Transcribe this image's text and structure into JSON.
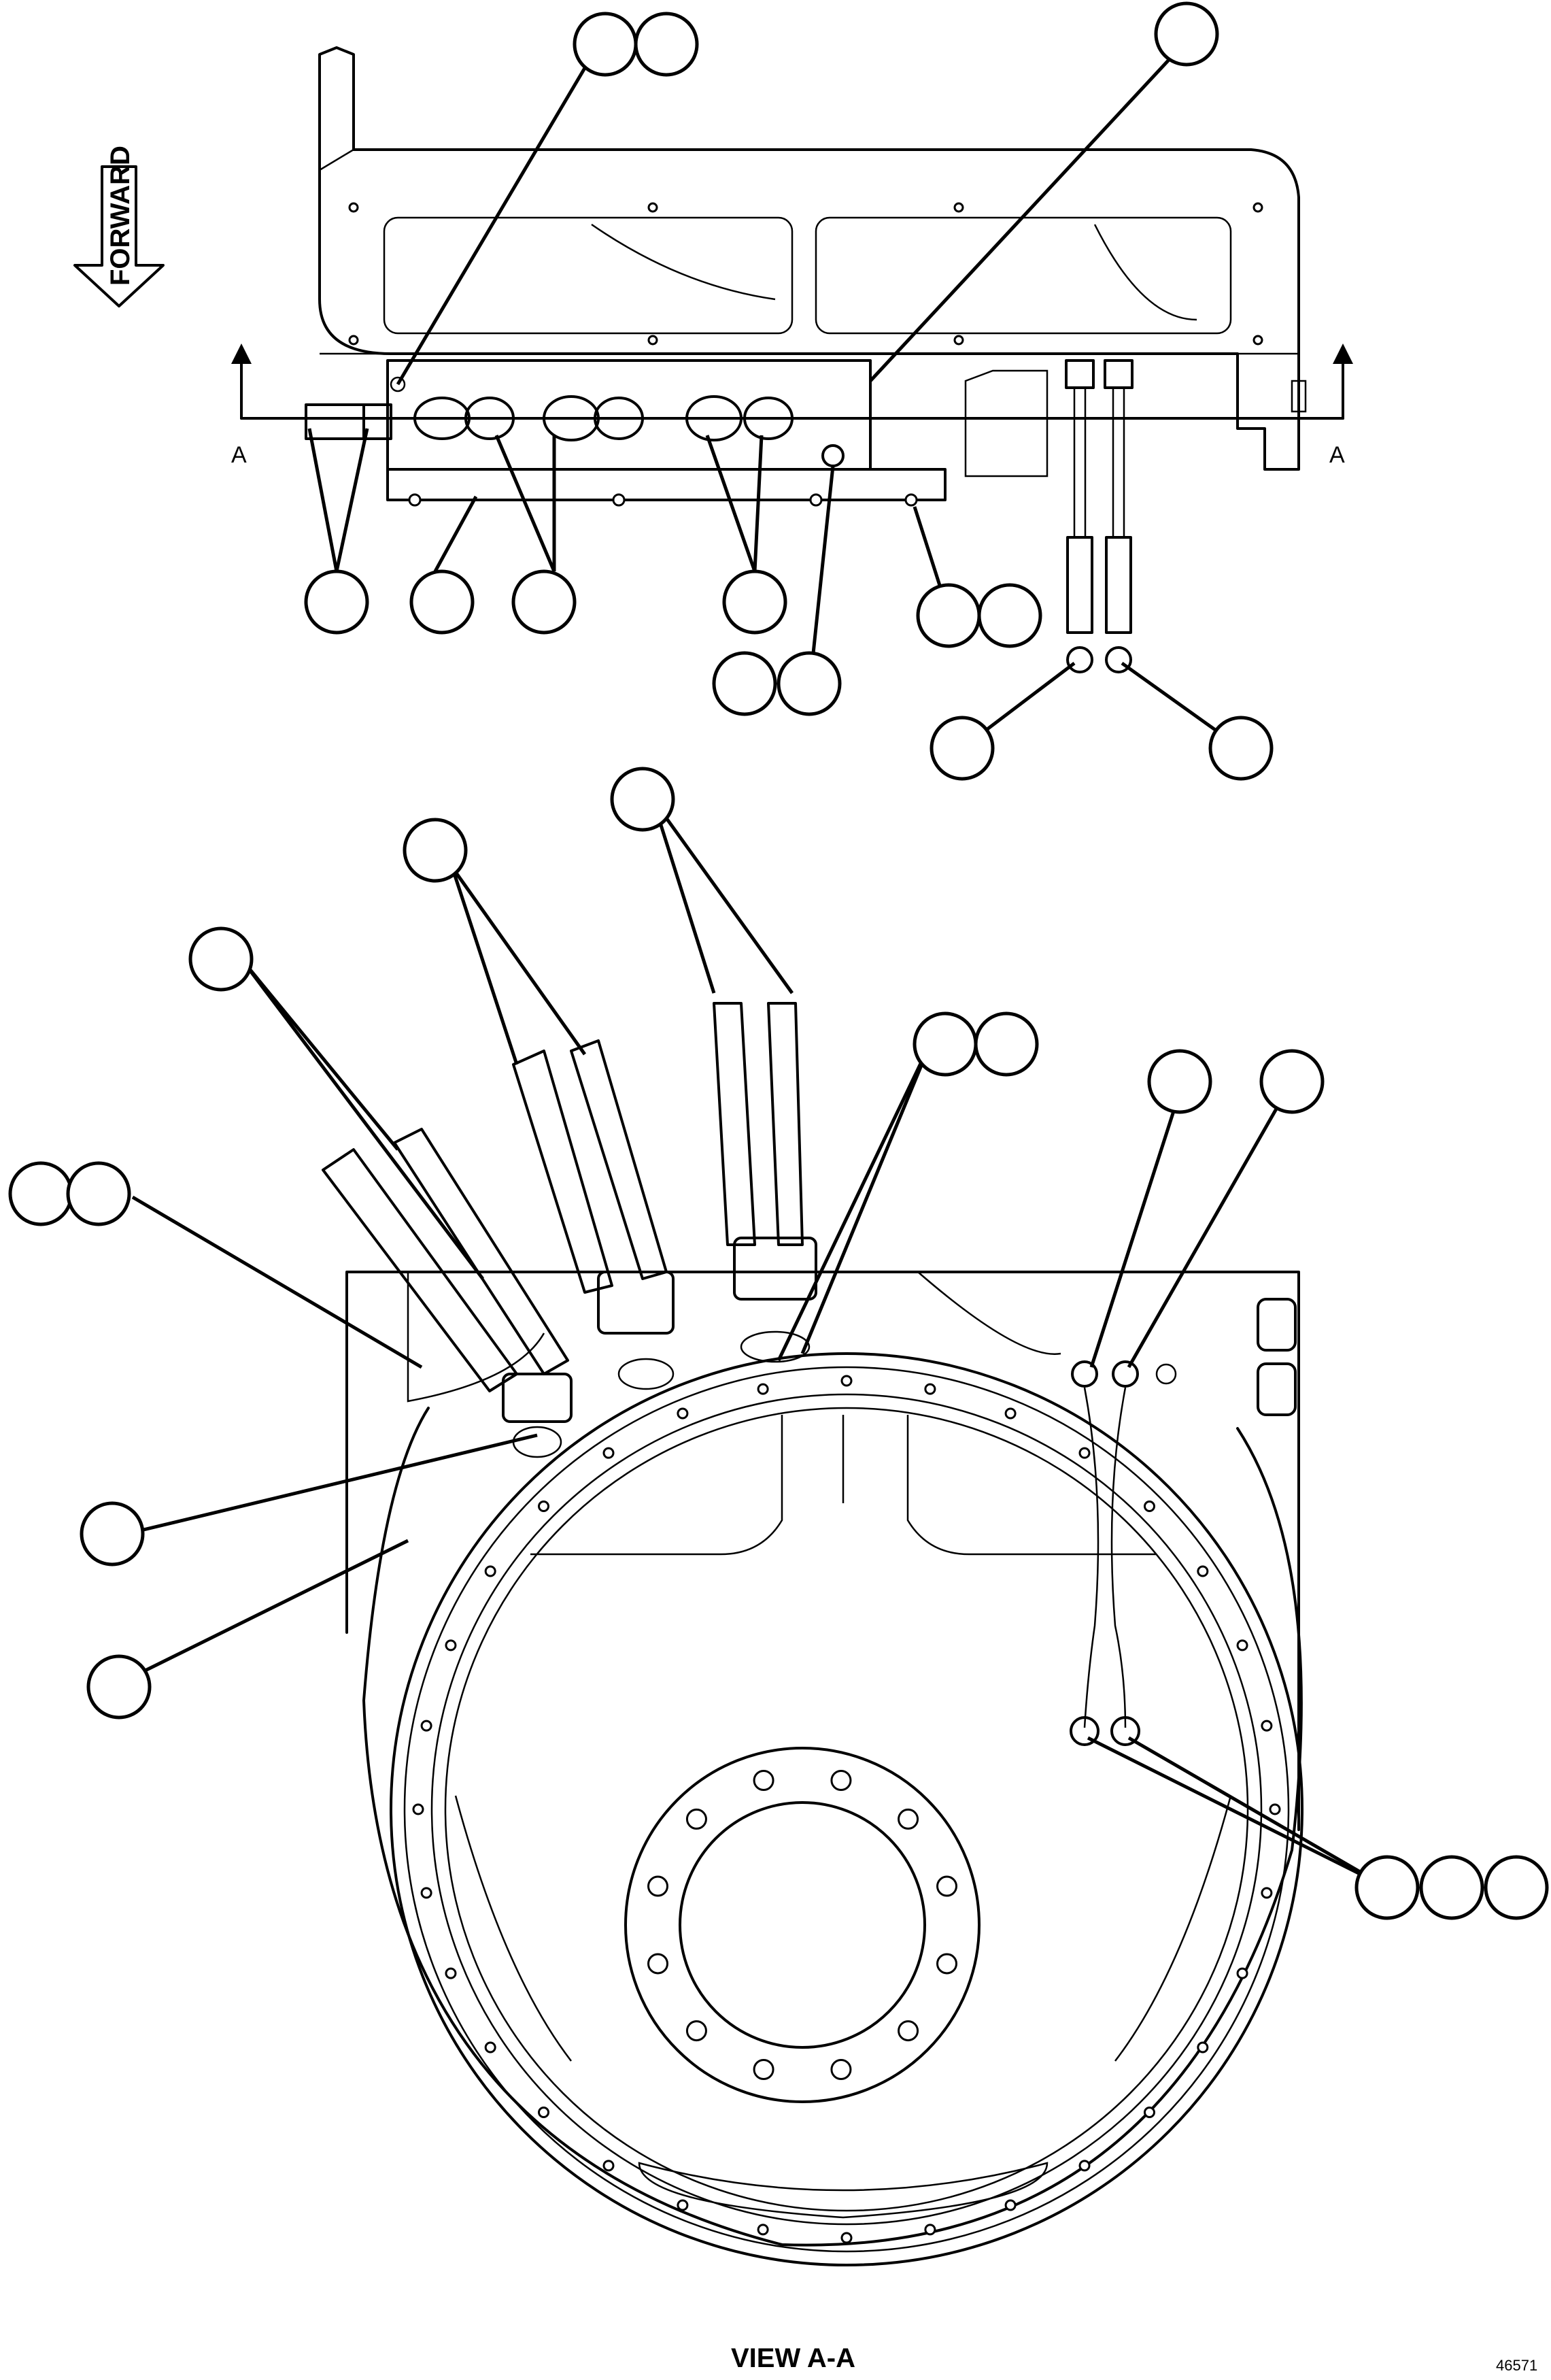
{
  "labels": {
    "forward": "FORWARD",
    "section_left": "A",
    "section_right": "A",
    "view_title": "VIEW A-A",
    "sheet_code": "46571"
  },
  "colors": {
    "ink": "#000000",
    "paper": "#ffffff"
  },
  "callout_bubbles": 27,
  "icons": [
    "forward-arrow-icon",
    "section-arrow-icon"
  ]
}
